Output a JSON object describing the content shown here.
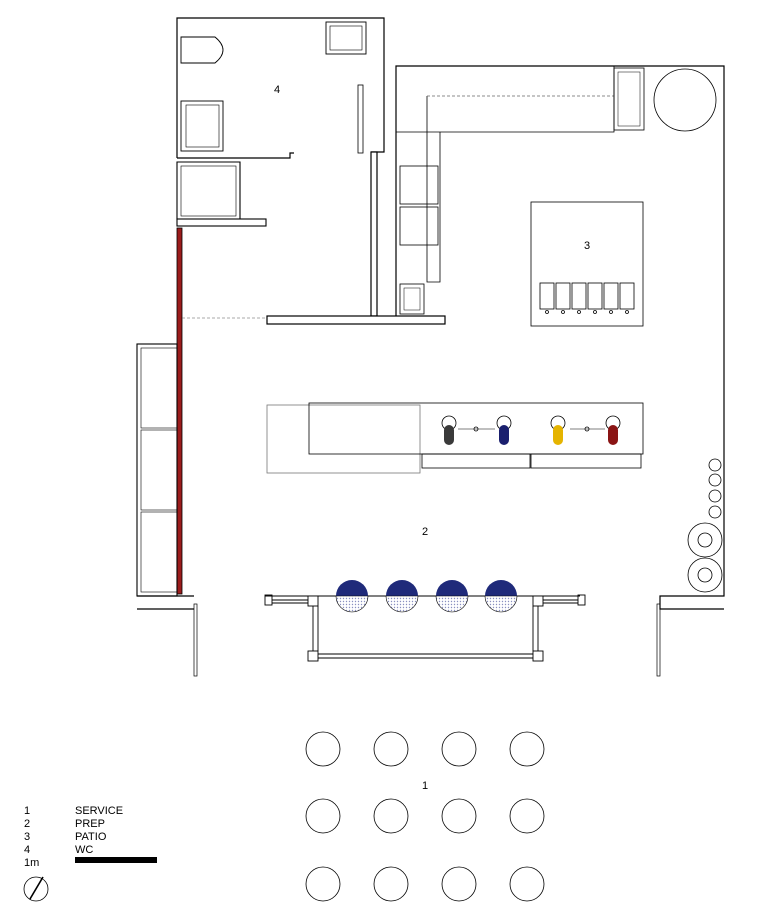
{
  "rooms": [
    {
      "number": "1"
    },
    {
      "number": "2"
    },
    {
      "number": "3"
    },
    {
      "number": "4"
    }
  ],
  "legend": {
    "items": [
      {
        "number": "1",
        "label": "SERVICE"
      },
      {
        "number": "2",
        "label": "PREP"
      },
      {
        "number": "3",
        "label": "PATIO"
      },
      {
        "number": "4",
        "label": "WC"
      }
    ],
    "scale_label": "1m"
  },
  "colors": {
    "wall": "#000000",
    "accent_wall": "#9b1c1c",
    "stool_fill": "#1f2a7a",
    "tap_colors": [
      "#3a3a3a",
      "#1a1f6e",
      "#e5b400",
      "#8a1414"
    ]
  },
  "icons": [
    "north-arrow-icon",
    "toilet-icon",
    "sink-icon",
    "tap-handle-icon",
    "stool-icon",
    "table-icon",
    "keg-icon"
  ]
}
